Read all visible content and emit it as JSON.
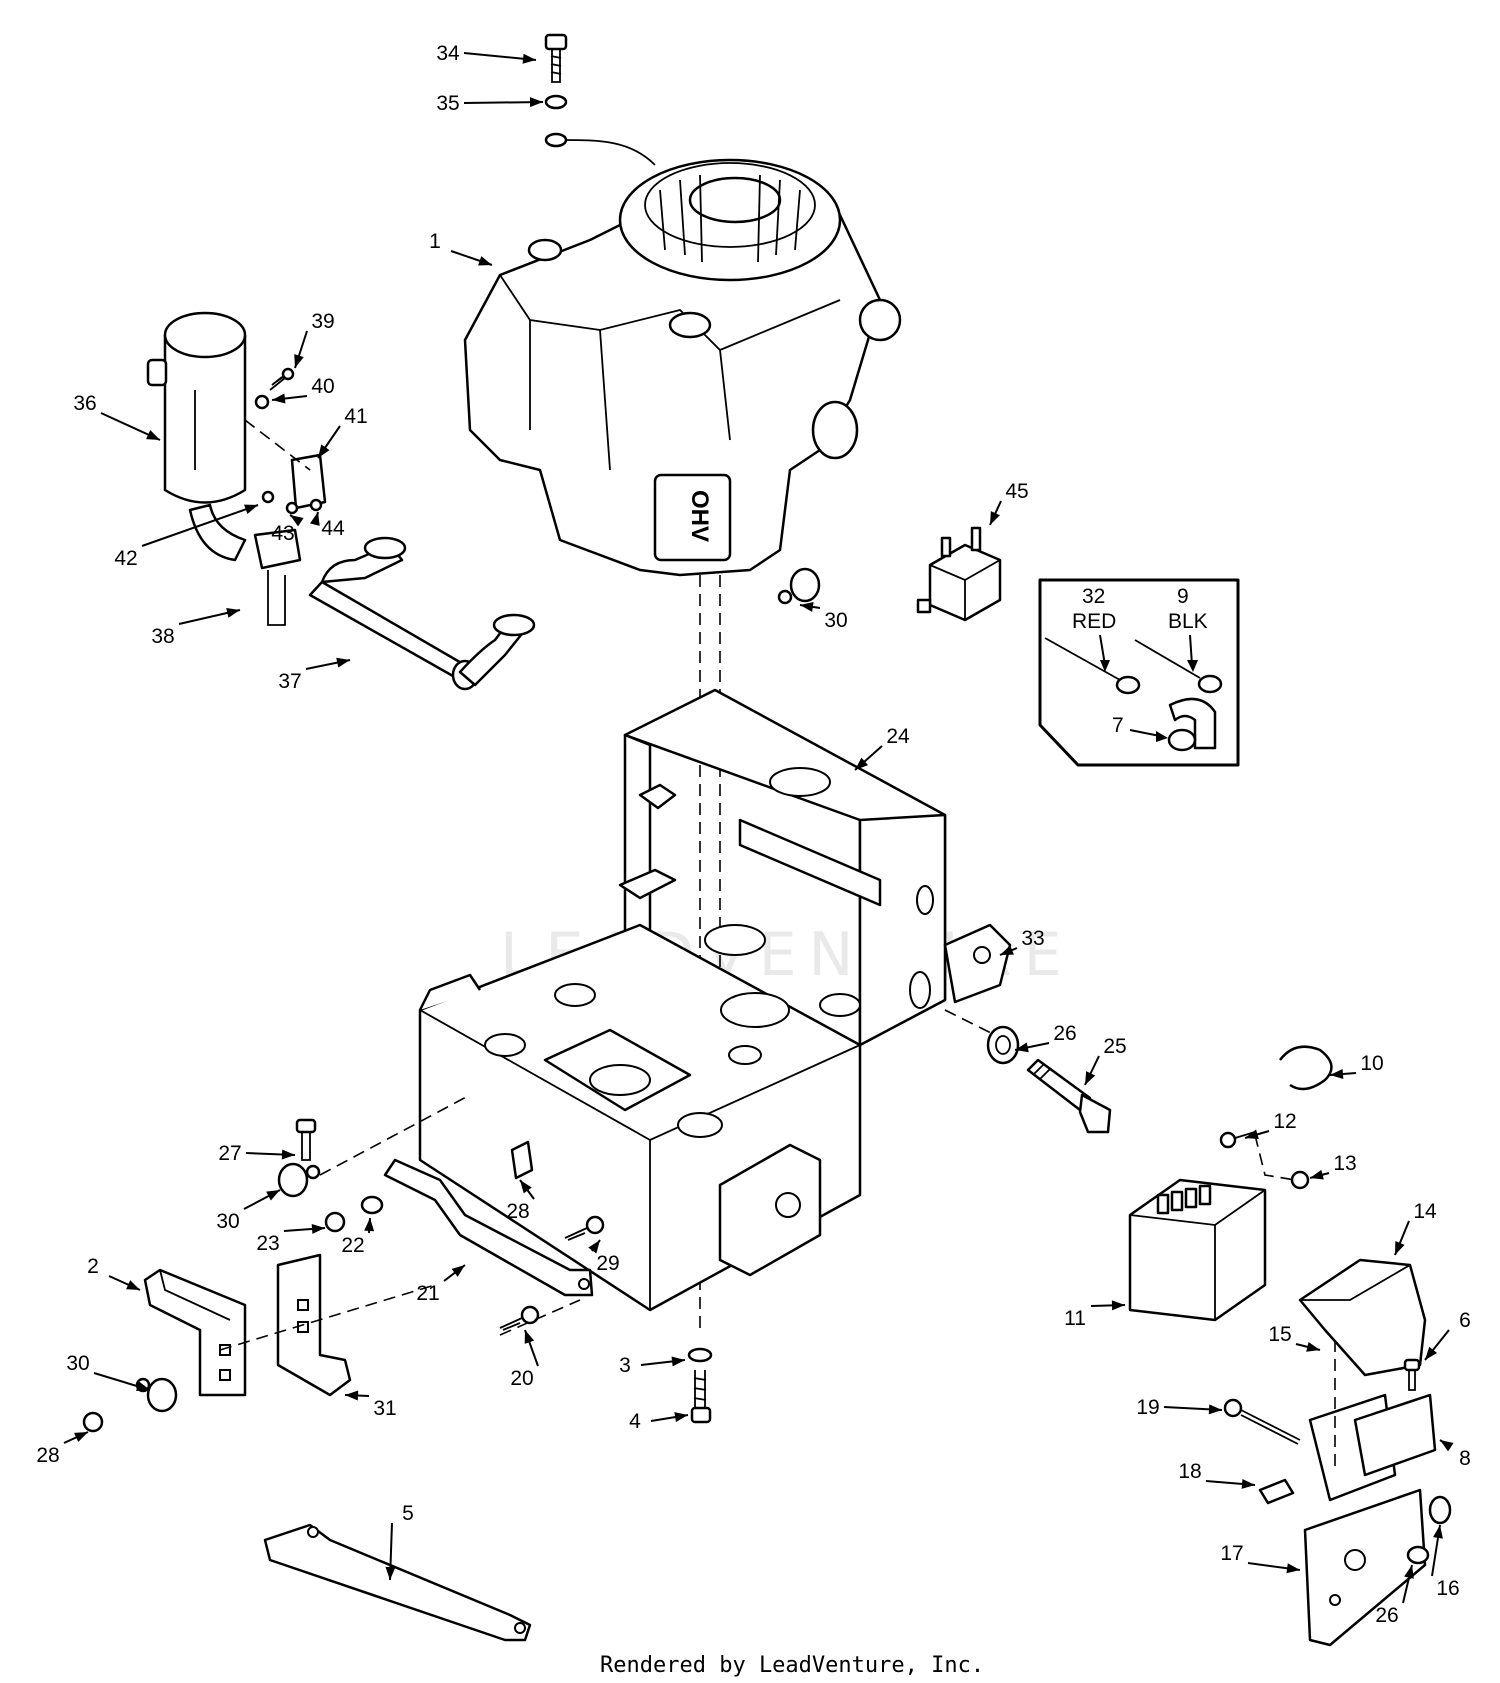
{
  "footer": {
    "credit": "Rendered by LeadVenture, Inc."
  },
  "watermark": {
    "text": "LEADVENTURE"
  },
  "engine_decal": {
    "text": "OHV"
  },
  "wire_inset": {
    "red_ref": "32",
    "red_label": "RED",
    "blk_ref": "9",
    "blk_label": "BLK",
    "boot_ref": "7"
  },
  "callouts": [
    {
      "num": "1"
    },
    {
      "num": "2"
    },
    {
      "num": "3"
    },
    {
      "num": "4"
    },
    {
      "num": "5"
    },
    {
      "num": "6"
    },
    {
      "num": "8"
    },
    {
      "num": "10"
    },
    {
      "num": "11"
    },
    {
      "num": "12"
    },
    {
      "num": "13"
    },
    {
      "num": "14"
    },
    {
      "num": "15"
    },
    {
      "num": "16"
    },
    {
      "num": "17"
    },
    {
      "num": "18"
    },
    {
      "num": "19"
    },
    {
      "num": "20"
    },
    {
      "num": "21"
    },
    {
      "num": "22"
    },
    {
      "num": "23"
    },
    {
      "num": "24"
    },
    {
      "num": "25"
    },
    {
      "num": "26"
    },
    {
      "num": "26"
    },
    {
      "num": "27"
    },
    {
      "num": "28"
    },
    {
      "num": "28"
    },
    {
      "num": "29"
    },
    {
      "num": "30"
    },
    {
      "num": "30"
    },
    {
      "num": "30"
    },
    {
      "num": "31"
    },
    {
      "num": "33"
    },
    {
      "num": "34"
    },
    {
      "num": "35"
    },
    {
      "num": "36"
    },
    {
      "num": "37"
    },
    {
      "num": "38"
    },
    {
      "num": "39"
    },
    {
      "num": "40"
    },
    {
      "num": "41"
    },
    {
      "num": "42"
    },
    {
      "num": "43"
    },
    {
      "num": "44"
    },
    {
      "num": "45"
    }
  ]
}
